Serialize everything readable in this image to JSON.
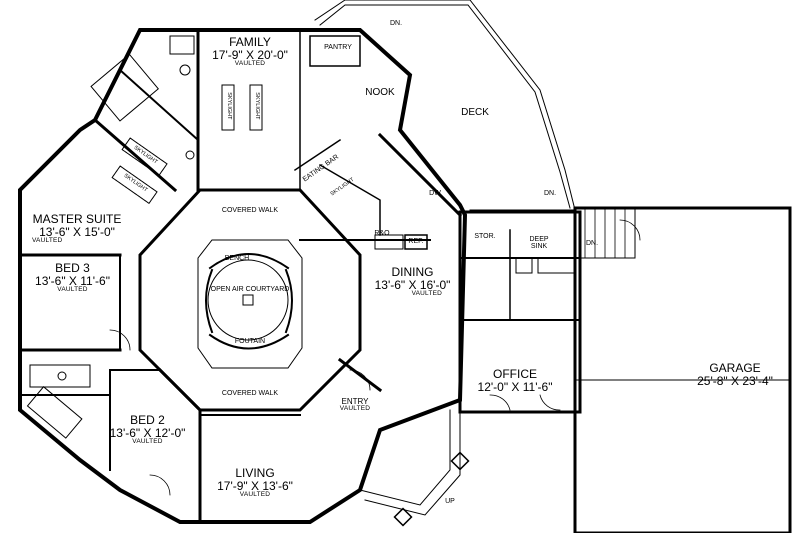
{
  "rooms": {
    "family": {
      "name": "FAMILY",
      "dim": "17'-9\" X 20'-0\"",
      "note": "VAULTED"
    },
    "master": {
      "name": "MASTER SUITE",
      "dim": "13'-6\" X 15'-0\"",
      "note": "VAULTED"
    },
    "bed3": {
      "name": "BED 3",
      "dim": "13'-6\" X 11'-6\"",
      "note": "VAULTED"
    },
    "bed2": {
      "name": "BED 2",
      "dim": "13'-6\" X 12'-0\"",
      "note": "VAULTED"
    },
    "living": {
      "name": "LIVING",
      "dim": "17'-9\" X 13'-6\"",
      "note": "VAULTED"
    },
    "dining": {
      "name": "DINING",
      "dim": "13'-6\" X 16'-0\"",
      "note": "VAULTED"
    },
    "office": {
      "name": "OFFICE",
      "dim": "12'-0\" X 11'-6\""
    },
    "garage": {
      "name": "GARAGE",
      "dim": "25'-8\" X 23'-4\""
    },
    "entry": {
      "name": "ENTRY",
      "note": "VAULTED"
    }
  },
  "labels": {
    "nook": "NOOK",
    "deck": "DECK",
    "pantry": "PANTRY",
    "covered_walk_top": "COVERED WALK",
    "covered_walk_bottom": "COVERED WALK",
    "bench": "BENCH",
    "courtyard": "OPEN AIR COURTYARD",
    "fountain": "FOUTAIN",
    "stor": "STOR.",
    "deep_sink": "DEEP SINK",
    "rbo": "R&O",
    "ref": "REF.",
    "dw": "DW",
    "eating_bar": "EATING BAR",
    "up": "UP",
    "dn_top": "DN.",
    "dn_mid": "DN.",
    "dn_garage": "DN.",
    "skylight": "SKYLIGHT"
  }
}
